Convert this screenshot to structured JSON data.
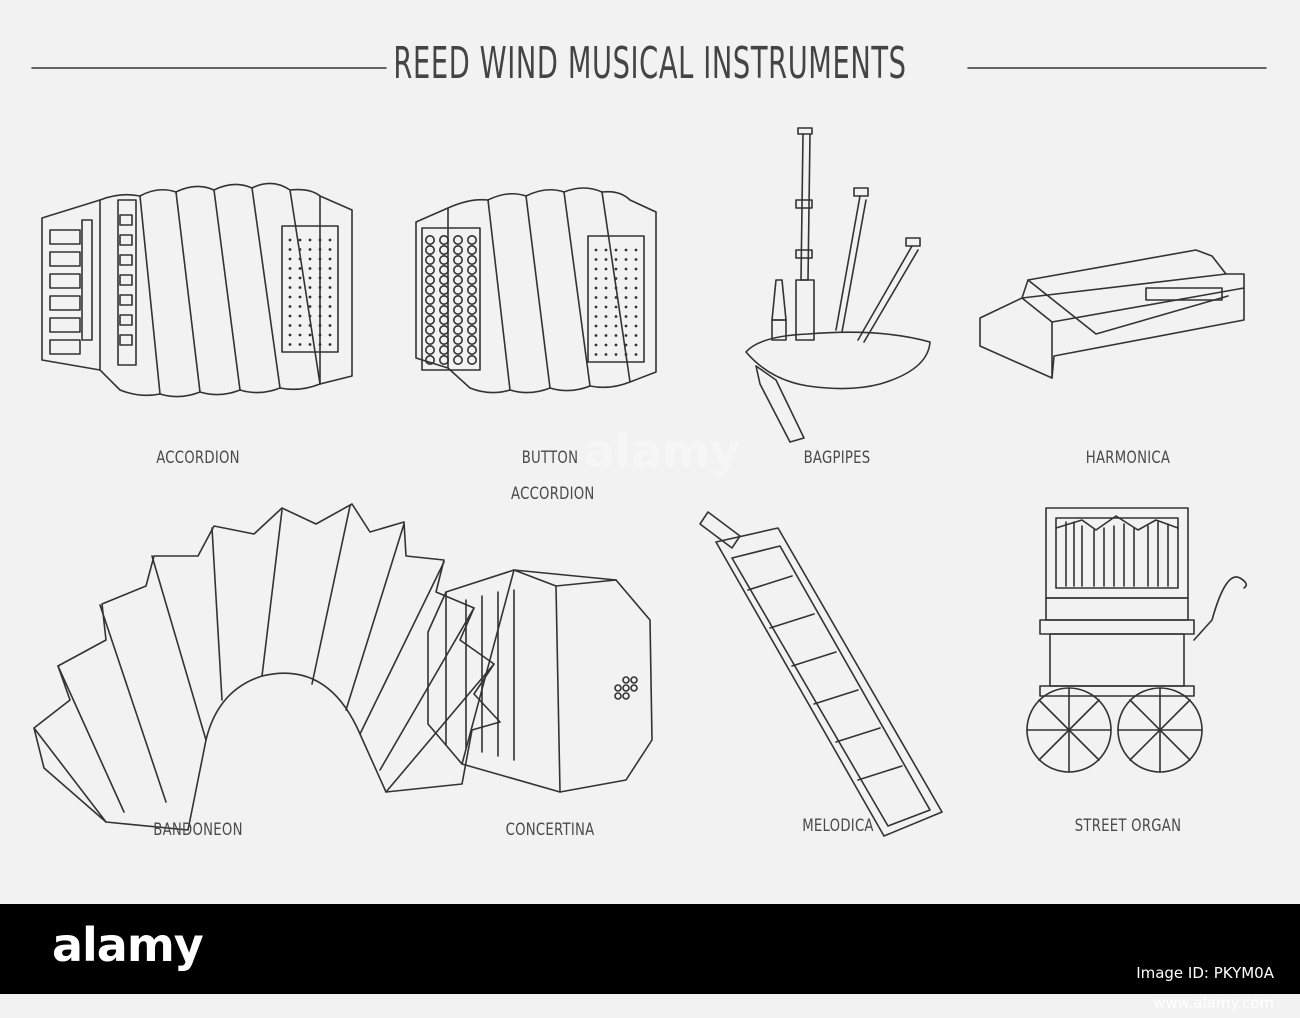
{
  "title": "REED WIND MUSICAL INSTRUMENTS",
  "instruments": [
    {
      "label": "ACCORDION",
      "icon": "accordion-icon"
    },
    {
      "label": "BUTTON ACCORDION",
      "icon": "button-accordion-icon"
    },
    {
      "label": "BAGPIPES",
      "icon": "bagpipes-icon"
    },
    {
      "label": "HARMONICA",
      "icon": "harmonica-icon"
    },
    {
      "label": "BANDONEON",
      "icon": "bandoneon-icon"
    },
    {
      "label": "CONCERTINA",
      "icon": "concertina-icon"
    },
    {
      "label": "MELODICA",
      "icon": "melodica-icon"
    },
    {
      "label": "STREET ORGAN",
      "icon": "street-organ-icon"
    }
  ],
  "footer": {
    "brand": "alamy",
    "image_id": "Image ID: PKYM0A",
    "url": "www.alamy.com"
  },
  "watermark": "alamy",
  "colors": {
    "background": "#f2f2f2",
    "line": "#333333",
    "footer": "#000000"
  }
}
